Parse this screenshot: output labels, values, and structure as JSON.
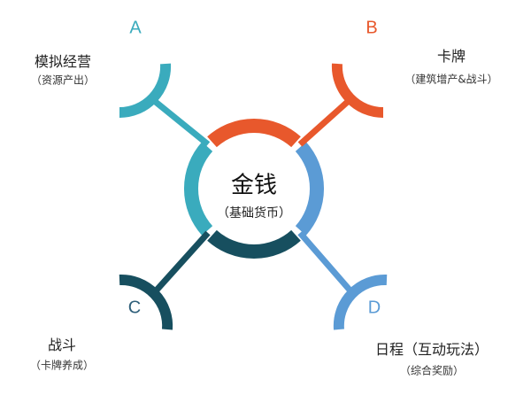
{
  "center": {
    "title": "金钱",
    "subtitle": "（基础货币）"
  },
  "nodes": [
    {
      "letter": "A",
      "title": "模拟经营",
      "subtitle": "（资源产出）",
      "color": "#3aabbd"
    },
    {
      "letter": "B",
      "title": "卡牌",
      "subtitle": "（建筑增产&战斗）",
      "color": "#e8582c"
    },
    {
      "letter": "C",
      "title": "战斗",
      "subtitle": "（卡牌养成）",
      "color": "#174f5f"
    },
    {
      "letter": "D",
      "title": "日程（互动玩法）",
      "subtitle": "（综合奖励）",
      "color": "#5b9bd5"
    }
  ]
}
